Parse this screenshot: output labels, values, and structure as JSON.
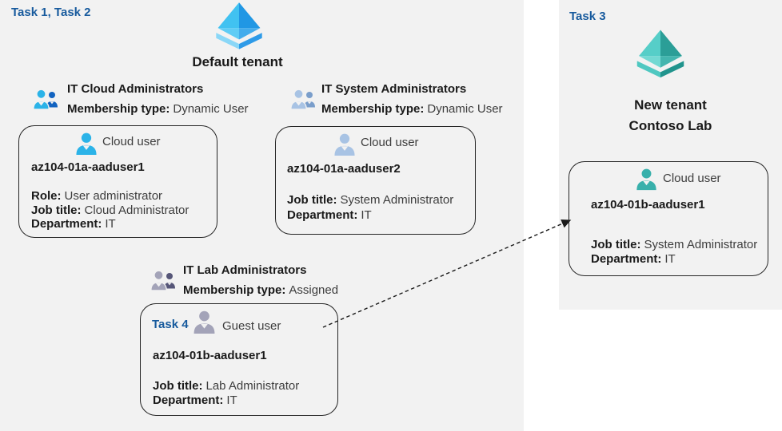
{
  "labels": {
    "task_left": "Task 1, Task 2",
    "task_right": "Task 3",
    "task_guest": "Task 4",
    "default_tenant": "Default tenant",
    "new_tenant_line1": "New tenant",
    "new_tenant_line2": "Contoso Lab",
    "membership_label": "Membership type:"
  },
  "groups": [
    {
      "name": "IT Cloud Administrators",
      "membership": "Dynamic User"
    },
    {
      "name": "IT System Administrators",
      "membership": "Dynamic User"
    },
    {
      "name": "IT Lab Administrators",
      "membership": "Assigned"
    }
  ],
  "users": [
    {
      "type": "Cloud user",
      "name": "az104-01a-aaduser1",
      "rows": [
        {
          "label": "Role:",
          "value": "User administrator"
        },
        {
          "label": "Job title:",
          "value": "Cloud Administrator"
        },
        {
          "label": "Department:",
          "value": "IT"
        }
      ]
    },
    {
      "type": "Cloud user",
      "name": "az104-01a-aaduser2",
      "rows": [
        {
          "label": "Job title:",
          "value": "System Administrator"
        },
        {
          "label": "Department:",
          "value": "IT"
        }
      ]
    },
    {
      "type": "Guest user",
      "name": "az104-01b-aaduser1",
      "rows": [
        {
          "label": "Job title:",
          "value": "Lab Administrator"
        },
        {
          "label": "Department:",
          "value": "IT"
        }
      ]
    },
    {
      "type": "Cloud user",
      "name": "az104-01b-aaduser1",
      "rows": [
        {
          "label": "Job title:",
          "value": "System Administrator"
        },
        {
          "label": "Department:",
          "value": "IT"
        }
      ]
    }
  ],
  "icons": {
    "default_tenant": "azure-ad-pyramid-blue",
    "new_tenant": "azure-ad-pyramid-teal",
    "group_cloud": "people-group-cyan",
    "group_system": "people-group-steel",
    "group_lab": "people-group-gray",
    "user_cloud_cyan": "person-cyan",
    "user_cloud_steel": "person-steel",
    "user_guest_gray": "person-gray",
    "user_cloud_teal": "person-teal"
  },
  "colors": {
    "panel_gray": "#f2f2f2",
    "task_blue": "#175a9d",
    "text_dark": "#1a1a1a",
    "text_regular": "#3d3d3d",
    "card_border": "#262626",
    "cyan_person": "#2bb3e8",
    "cyan_person_dark": "#1263c0",
    "steel_person": "#a8c3e4",
    "steel_person_dark": "#7a9ecb",
    "gray_person": "#a3a3b8",
    "gray_person_dark": "#565678",
    "teal_person": "#38b0ab",
    "pyramid_blue_light": "#41c2f1",
    "pyramid_blue_dark": "#2097e4",
    "pyramid_teal_light": "#56cec8",
    "pyramid_teal_dark": "#2b9e97"
  }
}
